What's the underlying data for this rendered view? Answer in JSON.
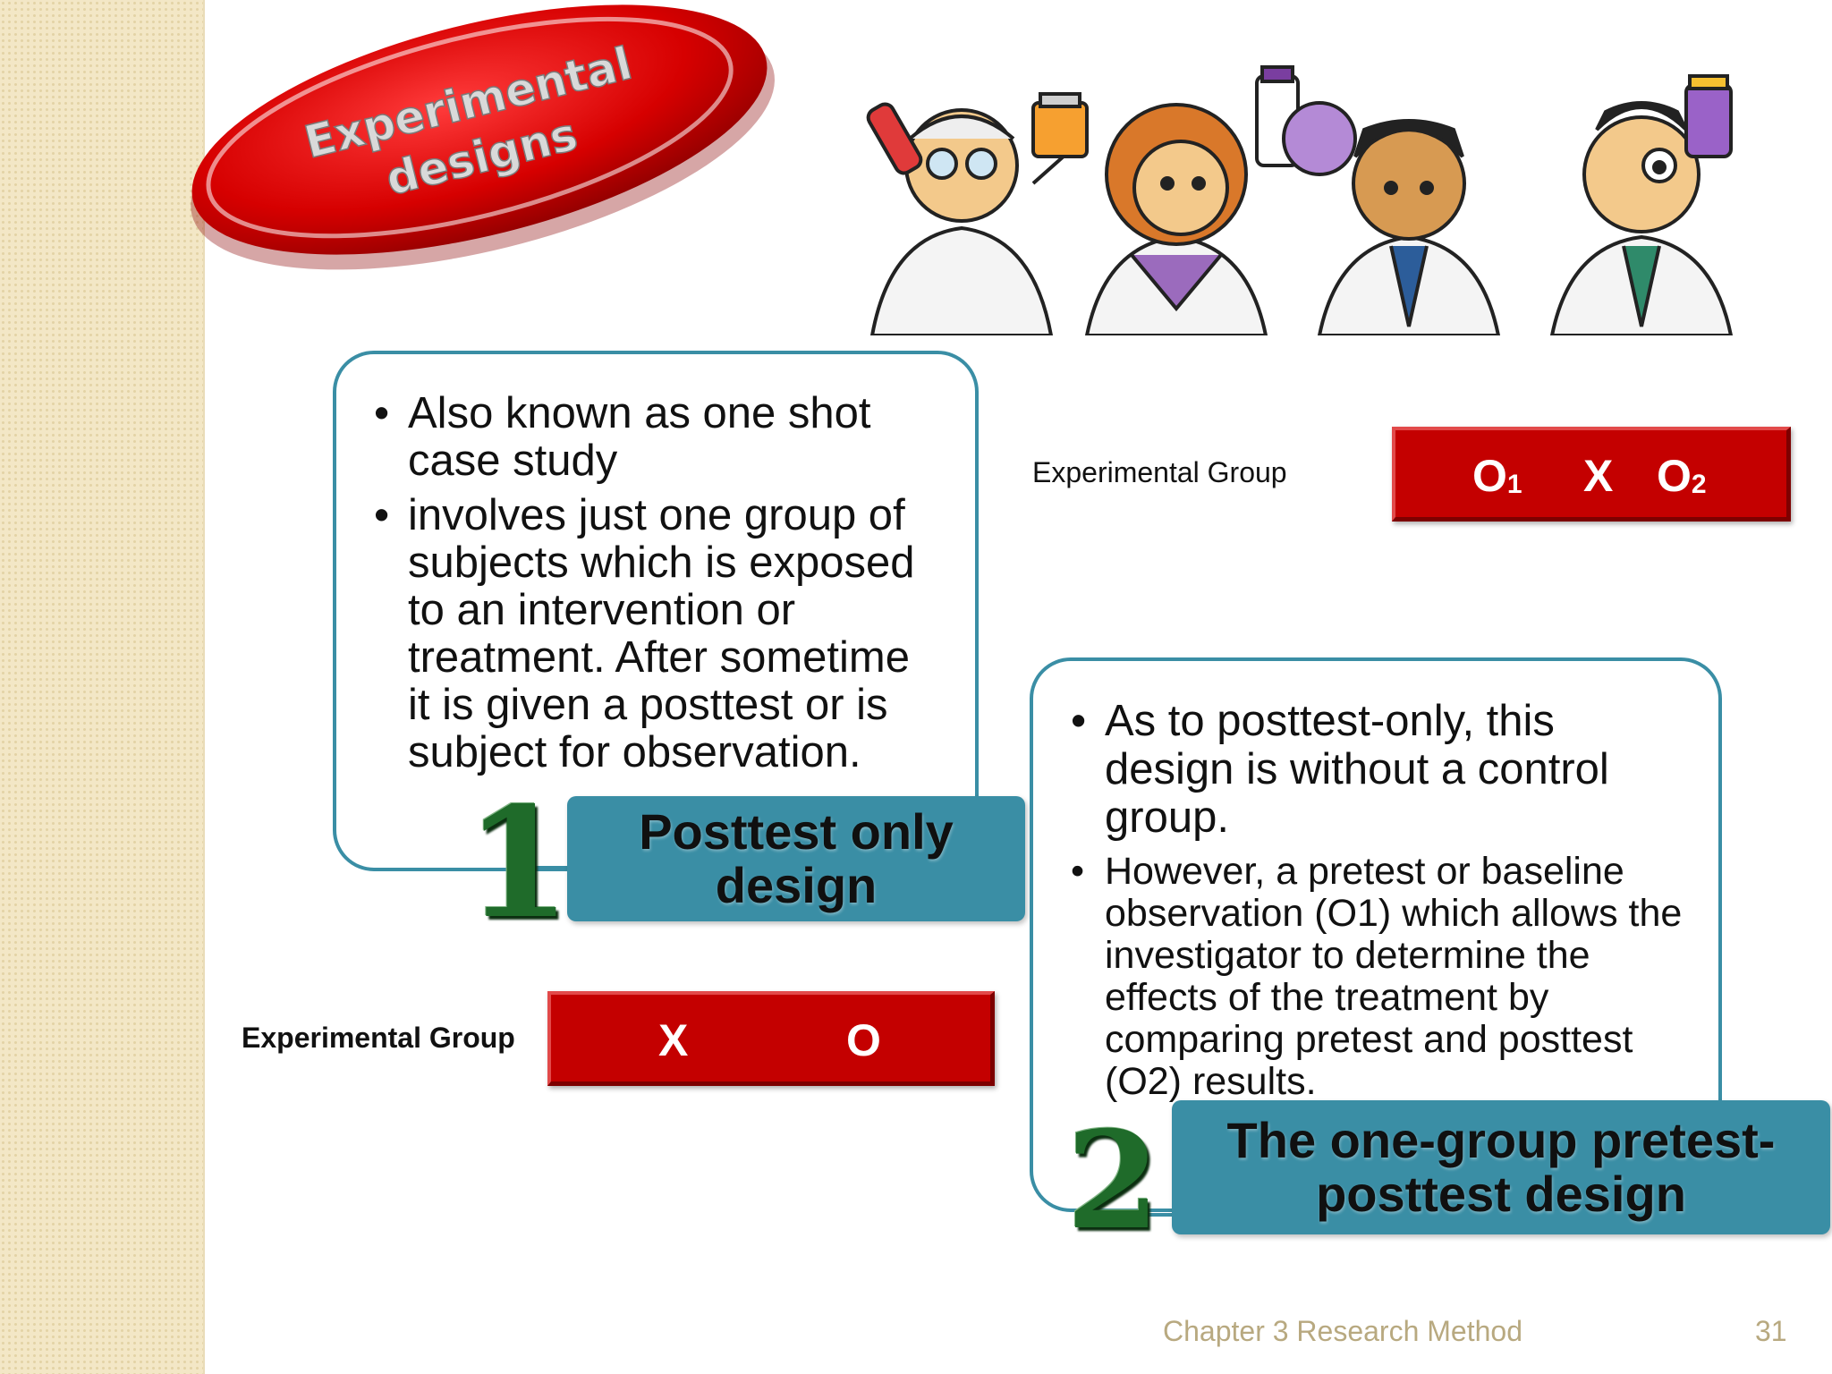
{
  "title": {
    "line1": "Experimental",
    "line2": "designs"
  },
  "box1": {
    "bullets": [
      "Also known as one shot case study",
      "involves just one group of subjects which is exposed to an intervention or treatment. After sometime it is given a posttest or is subject for observation."
    ],
    "number": "1",
    "label": "Posttest only design"
  },
  "box2": {
    "bullets": [
      "As to posttest-only, this design is without a control group.",
      "However, a pretest or baseline observation (O1) which allows the investigator to determine the effects of the treatment by comparing pretest and posttest (O2) results."
    ],
    "number": "2",
    "label": "The one-group pretest-posttest design"
  },
  "diagram_top": {
    "group_label": "Experimental Group",
    "o1": "O",
    "o1_sub": "1",
    "x": "X",
    "o2": "O",
    "o2_sub": "2"
  },
  "diagram_bottom": {
    "group_label": "Experimental Group",
    "x": "X",
    "o": "O"
  },
  "footer": {
    "text": "Chapter 3 Research Method",
    "page": "31"
  },
  "colors": {
    "teal": "#3a8ea5",
    "red": "#c40000",
    "green_number": "#1f6b2a",
    "side_strip": "#f3e7c6"
  },
  "icons": [
    "title-ellipse-graphic",
    "scientists-illustration"
  ]
}
